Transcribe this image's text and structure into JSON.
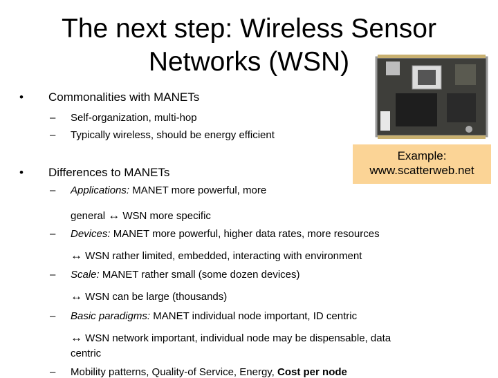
{
  "title": "The next step: Wireless Sensor Networks (WSN)",
  "example_box": {
    "line1": "Example:",
    "line2": "www.scatterweb.net"
  },
  "bullets": [
    {
      "text": "Commonalities with MANETs",
      "sub": [
        "Self-organization, multi-hop",
        "Typically wireless, should  be energy efficient"
      ]
    },
    {
      "text": "Differences to MANETs"
    }
  ],
  "differences": {
    "applications": {
      "label": "Applications:",
      "line1": " MANET more powerful, more",
      "line2a": "general ",
      "arrow": "↔",
      "line2b": " WSN more specific"
    },
    "devices": {
      "label": "Devices:",
      "line1": " MANET more powerful, higher data rates, more resources",
      "arrow": "↔",
      "line2": " WSN rather limited, embedded, interacting with environment"
    },
    "scale": {
      "label": "Scale:",
      "line1": " MANET rather small (some dozen devices)",
      "arrow": "↔",
      "line2": " WSN can be large (thousands)"
    },
    "paradigms": {
      "label": "Basic paradigms:",
      "line1": " MANET individual node important, ID centric",
      "arrow": "↔",
      "line2": " WSN network important, individual node may be dispensable, data",
      "line3": "centric"
    },
    "mobility": {
      "text": "Mobility patterns, Quality-of Service, Energy, ",
      "bold": "Cost per node"
    }
  },
  "dash_char": "–",
  "bullet_char": "•"
}
